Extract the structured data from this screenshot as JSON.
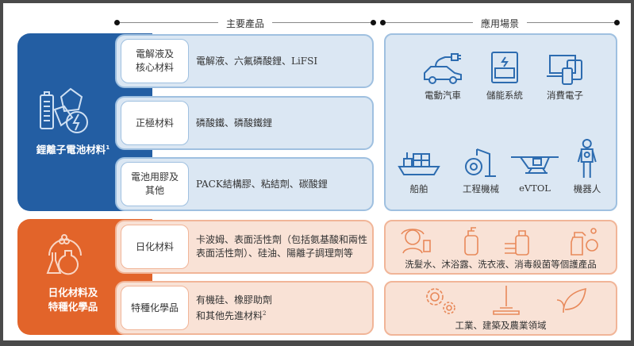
{
  "headers": {
    "products": "主要產品",
    "applications": "應用場景"
  },
  "battery": {
    "title": "鋰離子電池材料",
    "title_note": "1",
    "rows": [
      {
        "label_line1": "電解液及",
        "label_line2": "核心材料",
        "desc": "電解液、六氟磷酸鋰、LiFSI"
      },
      {
        "label_line1": "正極材料",
        "label_line2": "",
        "desc": "磷酸鐵、磷酸鐵鋰"
      },
      {
        "label_line1": "電池用膠及",
        "label_line2": "其他",
        "desc": "PACK結構膠、粘結劑、碳酸鋰"
      }
    ],
    "applications": [
      "電動汽車",
      "儲能系統",
      "消費電子",
      "船舶",
      "工程機械",
      "eVTOL",
      "機器人"
    ]
  },
  "chemicals": {
    "title_line1": "日化材料及",
    "title_line2": "特種化學品",
    "rows": [
      {
        "label": "日化材料",
        "desc_line1": "卡波姆、表面活性劑（包括氨基酸和兩性",
        "desc_line2": "表面活性劑）、硅油、陽離子調理劑等"
      },
      {
        "label": "特種化學品",
        "desc_line1": "有機硅、橡膠助劑",
        "desc_line2": "和其他先進材料",
        "desc_note": "2"
      }
    ],
    "applications": [
      "洗髮水、沐浴露、洗衣液、消毒殺菌等個護產品",
      "工業、建築及農業領域"
    ]
  },
  "colors": {
    "blue": "#235ea3",
    "orange": "#e2642a",
    "light_blue": "#dbe7f3",
    "light_orange": "#f9e2d6"
  }
}
